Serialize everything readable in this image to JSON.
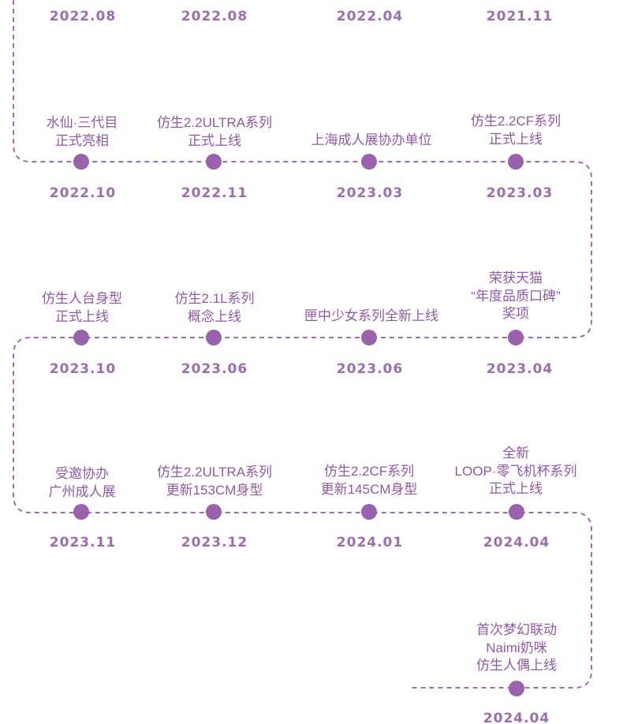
{
  "colors": {
    "accent": "#9159a5",
    "dot": "#9a62ad",
    "date": "#9d6eae",
    "line": "#9d6eae",
    "background": "#ffffff"
  },
  "top_dates": [
    "2022.08",
    "2022.08",
    "2022.04",
    "2021.11"
  ],
  "rows": [
    {
      "events": [
        {
          "lines": [
            "水仙·三代目",
            "正式亮相"
          ],
          "date": "2022.10"
        },
        {
          "lines": [
            "仿生2.2ULTRA系列",
            "正式上线"
          ],
          "date": "2022.11"
        },
        {
          "lines": [
            "上海成人展协办单位"
          ],
          "date": "2023.03"
        },
        {
          "lines": [
            "仿生2.2CF系列",
            "正式上线"
          ],
          "date": "2023.03"
        }
      ]
    },
    {
      "events": [
        {
          "lines": [
            "仿生人台身型",
            "正式上线"
          ],
          "date": "2023.10"
        },
        {
          "lines": [
            "仿生2.1L系列",
            "概念上线"
          ],
          "date": "2023.06"
        },
        {
          "lines": [
            "匣中少女系列全新上线"
          ],
          "date": "2023.06"
        },
        {
          "lines": [
            "荣获天猫",
            "“年度品质口碑”",
            "奖项"
          ],
          "date": "2023.04"
        }
      ]
    },
    {
      "events": [
        {
          "lines": [
            "受邀协办",
            "广州成人展"
          ],
          "date": "2023.11"
        },
        {
          "lines": [
            "仿生2.2ULTRA系列",
            "更新153CM身型"
          ],
          "date": "2023.12"
        },
        {
          "lines": [
            "仿生2.2CF系列",
            "更新145CM身型"
          ],
          "date": "2024.01"
        },
        {
          "lines": [
            "全新",
            "LOOP·零飞机杯系列",
            "正式上线"
          ],
          "date": "2024.04"
        }
      ]
    },
    {
      "events": [
        {
          "lines": [
            "首次梦幻联动",
            "Naimi奶咪",
            "仿生人偶上线"
          ],
          "date": "2024.04"
        }
      ]
    }
  ]
}
